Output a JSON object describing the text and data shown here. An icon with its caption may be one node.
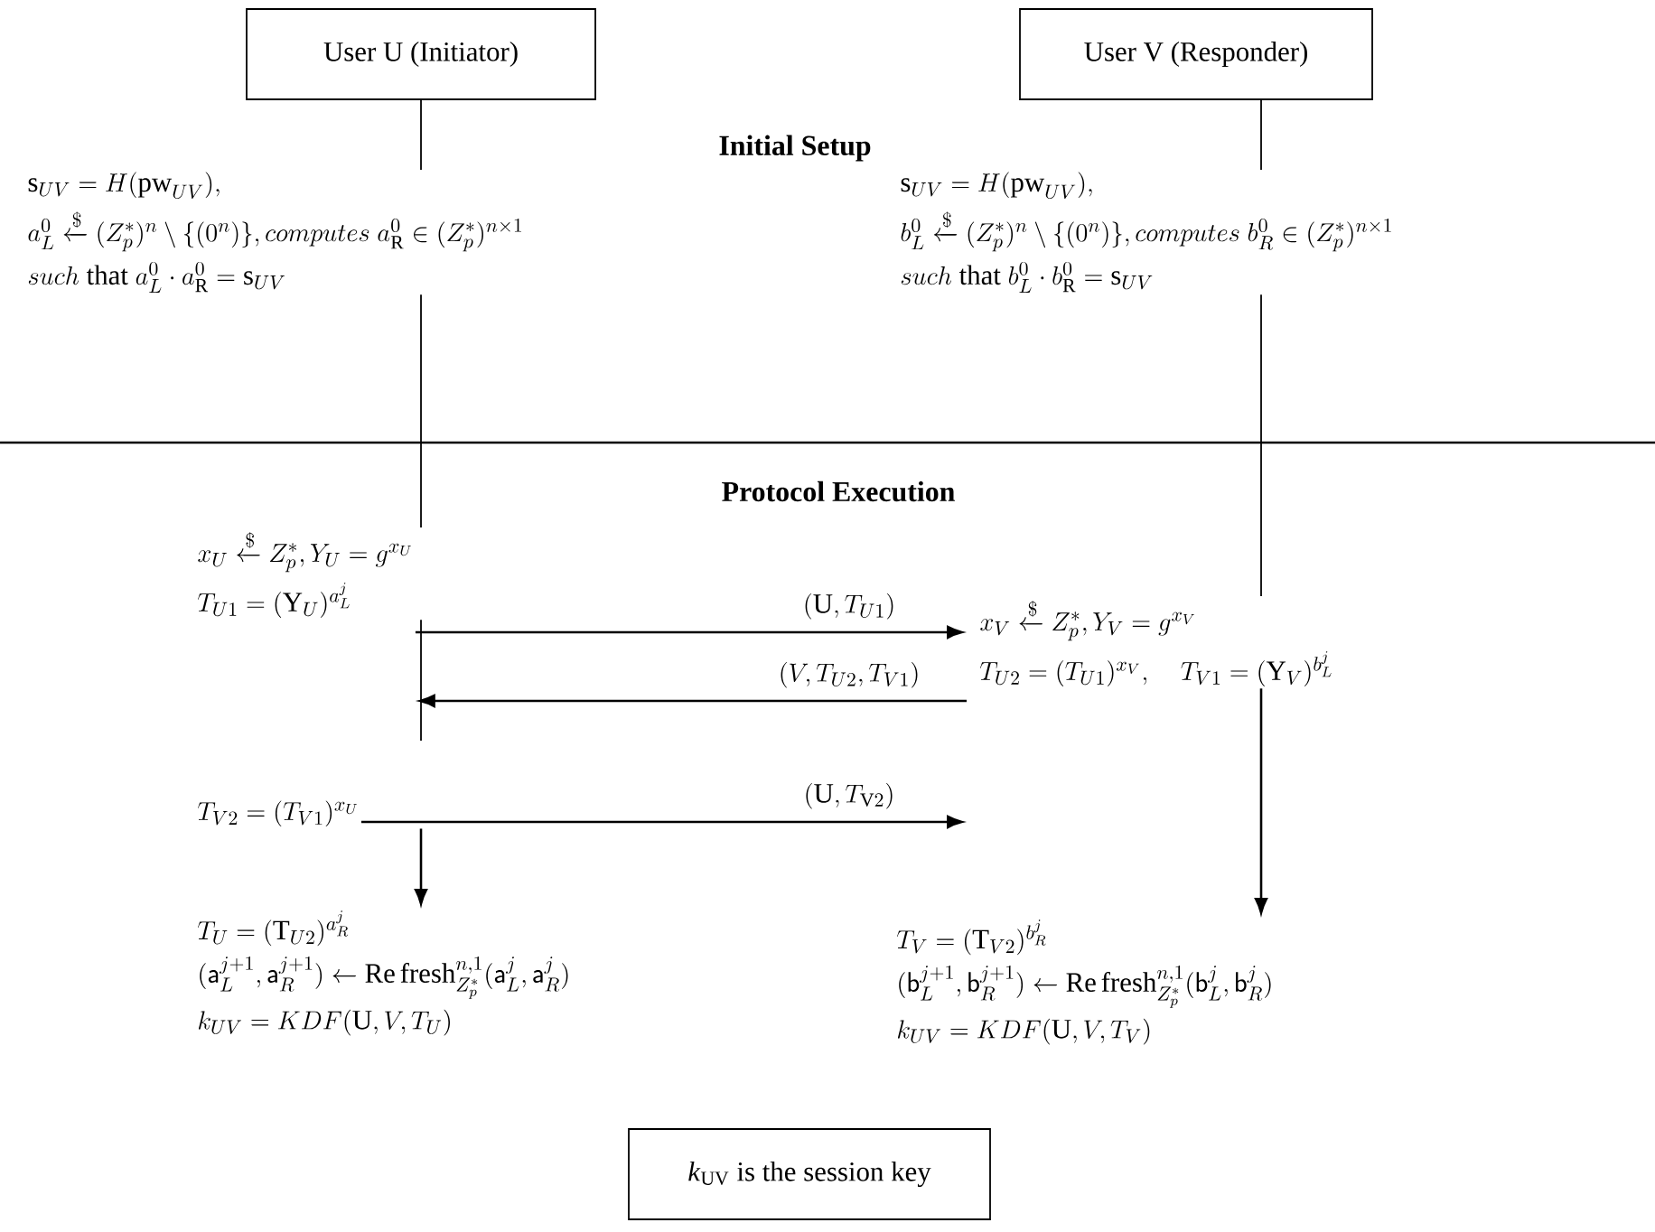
{
  "diagram": {
    "nodes": [
      {
        "text": [
          "User U (Initiator)"
        ]
      },
      {
        "text": [
          "User V (Responder)"
        ]
      },
      {
        "text": [
          "\\mathrm{s}_{UV}=H(\\mathrm{pw}_{UV}),",
          "a_L^0 \\xleftarrow{\\$} (Z_p^*)^n \\setminus \\{(0^n)\\}, computes\\ a_{\\mathrm{R}}^0 \\in (Z_p^*)^{n\\times 1}",
          "such\\text{ that }a_L^0\\cdot a_{\\mathrm{R}}^0=\\mathrm{s}_{UV}"
        ]
      },
      {
        "text": [
          "\\mathrm{s}_{UV}=H(\\mathrm{pw}_{UV}),",
          "b_L^0 \\xleftarrow{\\$} (Z_p^*)^n \\setminus \\{(0^n)\\}, computes\\ b_R^0 \\in (Z_p^*)^{n\\times 1}",
          "such\\text{ that }b_L^0\\cdot b_{\\mathrm{R}}^0=\\mathrm{s}_{UV}"
        ]
      },
      {
        "text": [
          "x_U \\xleftarrow{\\$} Z_p^*, Y_U = g^{x_U}",
          "T_{U1} = (\\mathrm{Y}_U)^{a_L^j}"
        ]
      },
      {
        "text": [
          "x_V \\xleftarrow{\\$} Z_p^*, Y_V = g^{x_V}",
          "T_{U2} = (T_{U1})^{x_V},\\quad T_{V1} = (\\mathrm{Y}_V)^{b_L^j}"
        ]
      },
      {
        "text": [
          "T_{V2} = (T_{V1})^{x_U}"
        ]
      },
      {
        "text": [
          "T_U = (\\mathrm{T}_{U2})^{a_R^j}",
          "(\\mathsf{a}_L^{j+1}, \\mathsf{a}_R^{j+1}) \\leftarrow \\mathrm{Re\\,fresh}_{Z_p^*}^{n,1}(\\mathsf{a}_L^j, \\mathsf{a}_R^j)",
          "k_{UV} = KDF(\\mathrm{U},V,T_U)"
        ]
      },
      {
        "text": [
          "T_V = (\\mathrm{T}_{V2})^{b_R^j}",
          "(\\mathsf{b}_L^{j+1}, \\mathsf{b}_R^{j+1}) \\leftarrow \\mathrm{Re\\,fresh}_{Z_p^*}^{n,1}(\\mathsf{b}_L^j, \\mathsf{b}_R^j)",
          "k_{UV} = KDF(\\mathrm{U},V,T_V)"
        ]
      },
      {
        "text": [
          "*k*$_{UV}$ is the session key"
        ]
      }
    ],
    "edges": [
      {
        "from": 0,
        "to": 2,
        "arrow": "none"
      },
      {
        "from": 1,
        "to": 3,
        "arrow": "none"
      },
      {
        "from": 2,
        "to": 4,
        "arrow": "none"
      },
      {
        "from": 3,
        "to": 5,
        "arrow": "none"
      },
      {
        "from": 4,
        "to": 6,
        "arrow": "none"
      },
      {
        "from": 6,
        "to": 7,
        "arrow": "to"
      },
      {
        "from": 5,
        "to": 8,
        "arrow": "to"
      },
      {
        "from": 4,
        "to": 5,
        "arrow": "to",
        "label": "(\\mathrm{U},T_{U1})"
      },
      {
        "from": 5,
        "to": 4,
        "arrow": "to",
        "label": "(V,T_{U2},T_{V1})"
      },
      {
        "from": 6,
        "to": null,
        "arrow": "to",
        "label": "(\\mathrm{U},T_{\\mathrm{V}2})"
      }
    ],
    "labels": [
      "Initial Setup",
      "Protocol Execution"
    ]
  }
}
